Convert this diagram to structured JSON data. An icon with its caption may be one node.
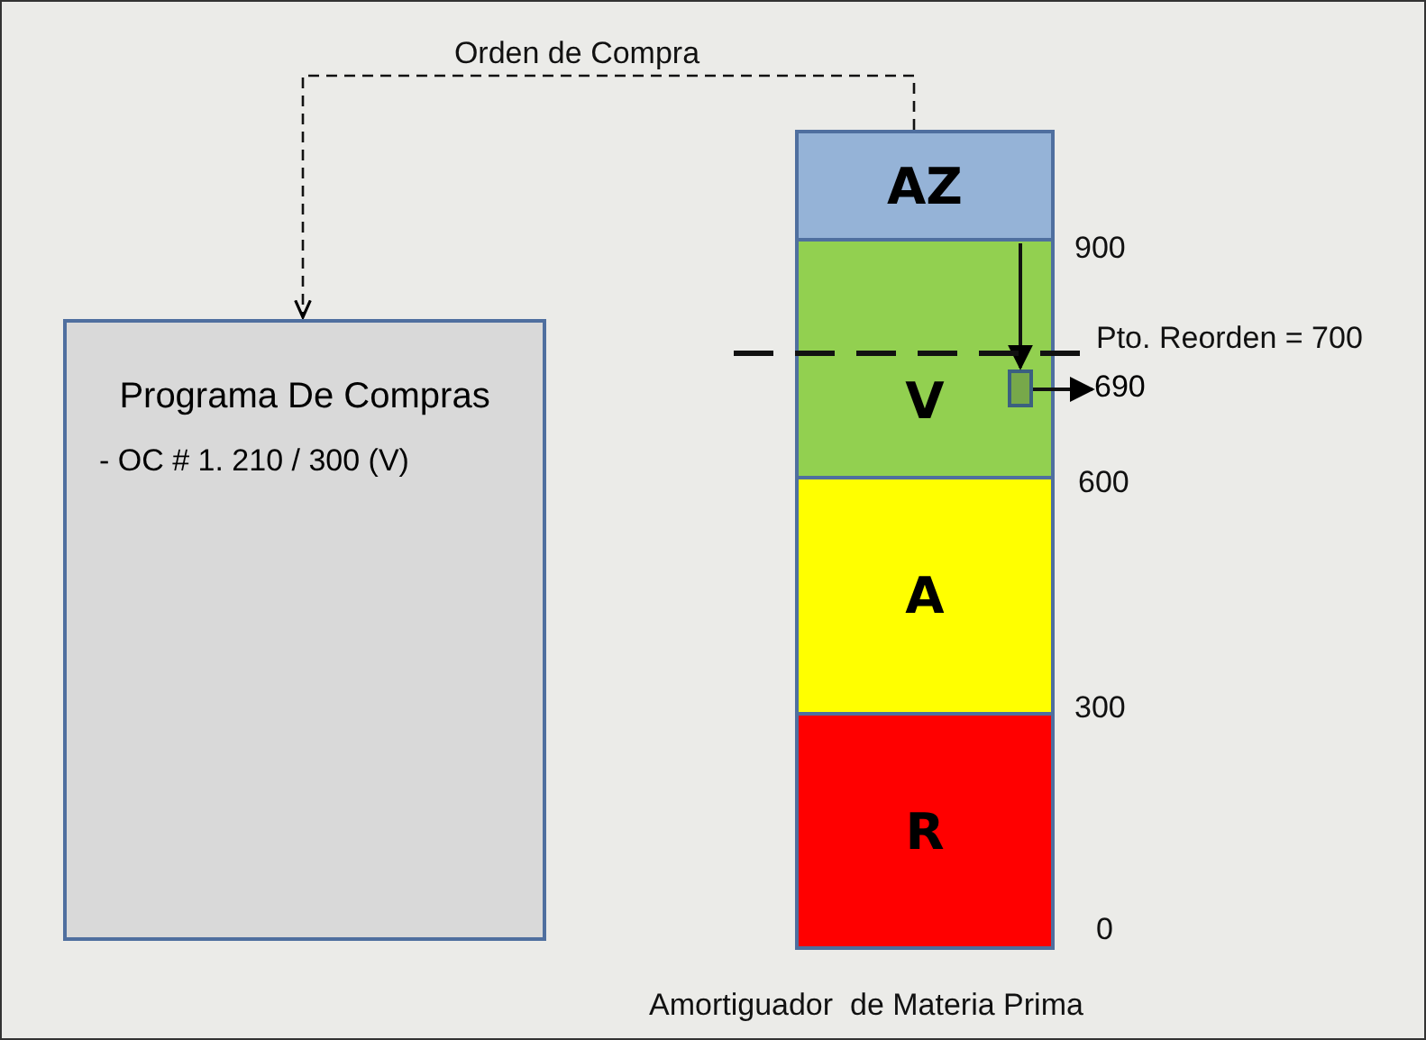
{
  "diagram": {
    "nodes": [
      {
        "text": [
          "Programa De Compras",
          "- OC # 1. 210 / 300 (V)"
        ]
      },
      {
        "text": [
          "AZ"
        ]
      },
      {
        "text": [
          "V"
        ]
      },
      {
        "text": [
          "A"
        ]
      },
      {
        "text": [
          "R"
        ]
      },
      {
        "text": [],
        "shape": "box",
        "in": 2
      },
      {
        "text": [
          "690"
        ]
      }
    ],
    "edges": [
      {
        "from": 1,
        "to": 0,
        "arrow": "to",
        "style": "dashed",
        "label": "Orden de Compra"
      },
      {
        "from": 1,
        "to": 5,
        "arrow": "to"
      },
      {
        "from": 5,
        "to": 6,
        "arrow": "to"
      }
    ],
    "labels": [
      "900",
      "Pto. Reorden = 700",
      "600",
      "300",
      "0",
      "Amortiguador  de Materia Prima"
    ]
  }
}
